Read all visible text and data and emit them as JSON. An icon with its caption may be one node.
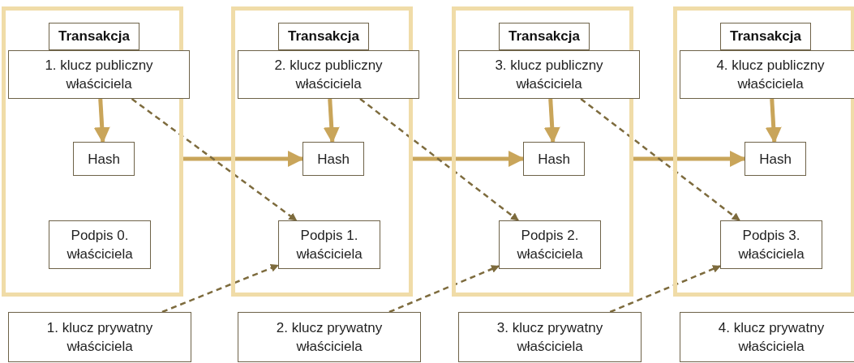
{
  "diagram": {
    "nodes": [
      {
        "text": [
          "Transakcja"
        ]
      },
      {
        "text": [
          "1. klucz publiczny właściciela"
        ],
        "in": 0
      },
      {
        "text": [
          "Hash"
        ],
        "in": 0
      },
      {
        "text": [
          "Podpis 0. właściciela"
        ],
        "in": 0
      },
      {
        "text": [
          "Transakcja"
        ]
      },
      {
        "text": [
          "2. klucz publiczny właściciela"
        ],
        "in": 4
      },
      {
        "text": [
          "Hash"
        ],
        "in": 4
      },
      {
        "text": [
          "Podpis 1. właściciela"
        ],
        "in": 4
      },
      {
        "text": [
          "Transakcja"
        ]
      },
      {
        "text": [
          "3. klucz publiczny właściciela"
        ],
        "in": 8
      },
      {
        "text": [
          "Hash"
        ],
        "in": 8
      },
      {
        "text": [
          "Podpis 2. właściciela"
        ],
        "in": 8
      },
      {
        "text": [
          "Transakcja"
        ]
      },
      {
        "text": [
          "4. klucz publiczny właściciela"
        ],
        "in": 12
      },
      {
        "text": [
          "Hash"
        ],
        "in": 12
      },
      {
        "text": [
          "Podpis 3. właściciela"
        ],
        "in": 12
      },
      {
        "text": [
          "1. klucz prywatny właściciela"
        ]
      },
      {
        "text": [
          "2. klucz prywatny właściciela"
        ]
      },
      {
        "text": [
          "3. klucz prywatny właściciela"
        ]
      },
      {
        "text": [
          "4. klucz prywatny właściciela"
        ]
      }
    ],
    "edges": [
      {
        "from": 1,
        "to": 2,
        "arrow": "to"
      },
      {
        "from": 5,
        "to": 6,
        "arrow": "to"
      },
      {
        "from": 9,
        "to": 10,
        "arrow": "to"
      },
      {
        "from": 13,
        "to": 14,
        "arrow": "to"
      },
      {
        "from": 0,
        "to": 6,
        "arrow": "to"
      },
      {
        "from": 4,
        "to": 10,
        "arrow": "to"
      },
      {
        "from": 8,
        "to": 14,
        "arrow": "to"
      },
      {
        "from": 1,
        "to": 7,
        "arrow": "to",
        "style": "dashed",
        "color": "#7d6b3d"
      },
      {
        "from": 5,
        "to": 11,
        "arrow": "to",
        "style": "dashed",
        "color": "#7d6b3d"
      },
      {
        "from": 9,
        "to": 15,
        "arrow": "to",
        "style": "dashed",
        "color": "#7d6b3d"
      },
      {
        "from": 16,
        "to": 7,
        "arrow": "to",
        "style": "dashed",
        "color": "#7d6b3d"
      },
      {
        "from": 17,
        "to": 11,
        "arrow": "to",
        "style": "dashed",
        "color": "#7d6b3d"
      },
      {
        "from": 18,
        "to": 15,
        "arrow": "to",
        "style": "dashed",
        "color": "#7d6b3d"
      }
    ]
  }
}
